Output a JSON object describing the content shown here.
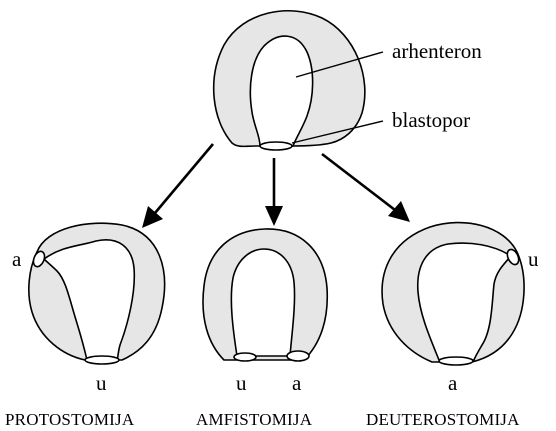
{
  "top": {
    "label_archenteron": "arhenteron",
    "label_blastopore": "blastopor"
  },
  "embryos": [
    {
      "id": "protostomija",
      "caption": "PROTOSTOMIJA",
      "left_label": "a",
      "bottom_label": "u"
    },
    {
      "id": "amfistomija",
      "caption": "AMFISTOMIJA",
      "bottom_left_label": "u",
      "bottom_right_label": "a"
    },
    {
      "id": "deuterostomija",
      "caption": "DEUTEROSTOMIJA",
      "right_label": "u",
      "bottom_label": "a"
    }
  ],
  "colors": {
    "body": "#e6e6e6",
    "outline": "#000000",
    "cavity": "#ffffff"
  }
}
